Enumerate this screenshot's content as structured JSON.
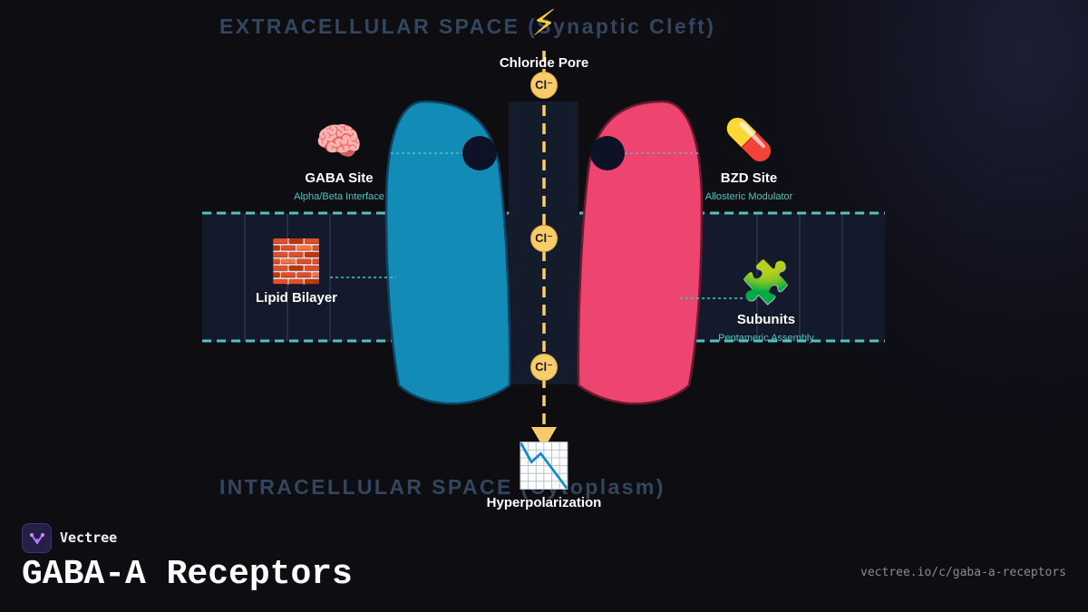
{
  "regions": {
    "extracellular": "EXTRACELLULAR SPACE (Synaptic Cleft)",
    "intracellular": "INTRACELLULAR SPACE (Cytoplasm)"
  },
  "pore": {
    "label": "Chloride Pore",
    "icon": "lightning-icon",
    "glyph": "⚡"
  },
  "ions": [
    {
      "label": "Cl⁻"
    },
    {
      "label": "Cl⁻"
    },
    {
      "label": "Cl⁻"
    }
  ],
  "gaba_site": {
    "label": "GABA Site",
    "sublabel": "Alpha/Beta Interface",
    "icon": "brain-icon",
    "glyph": "🧠"
  },
  "bzd_site": {
    "label": "BZD Site",
    "sublabel": "Allosteric Modulator",
    "icon": "pill-icon",
    "glyph": "💊"
  },
  "lipid": {
    "label": "Lipid Bilayer",
    "icon": "brick-icon",
    "glyph": "🧱"
  },
  "subunits": {
    "label": "Subunits",
    "sublabel": "Pentameric Assembly",
    "icon": "puzzle-icon",
    "glyph": "🧩"
  },
  "outcome": {
    "label": "Hyperpolarization",
    "icon": "chart-decreasing-icon",
    "glyph": "📉"
  },
  "brand": {
    "name": "Vectree",
    "icon": "vectree-logo-icon"
  },
  "page": {
    "title": "GABA-A Receptors",
    "url": "vectree.io/c/gaba-a-receptors"
  },
  "colors": {
    "alpha_subunit": "#128bb6",
    "beta_subunit": "#ee4570",
    "membrane_dash": "#4fc4b8",
    "ion": "#f9cc6b",
    "pore_channel": "#141c2c",
    "region_label": "#34465f"
  }
}
